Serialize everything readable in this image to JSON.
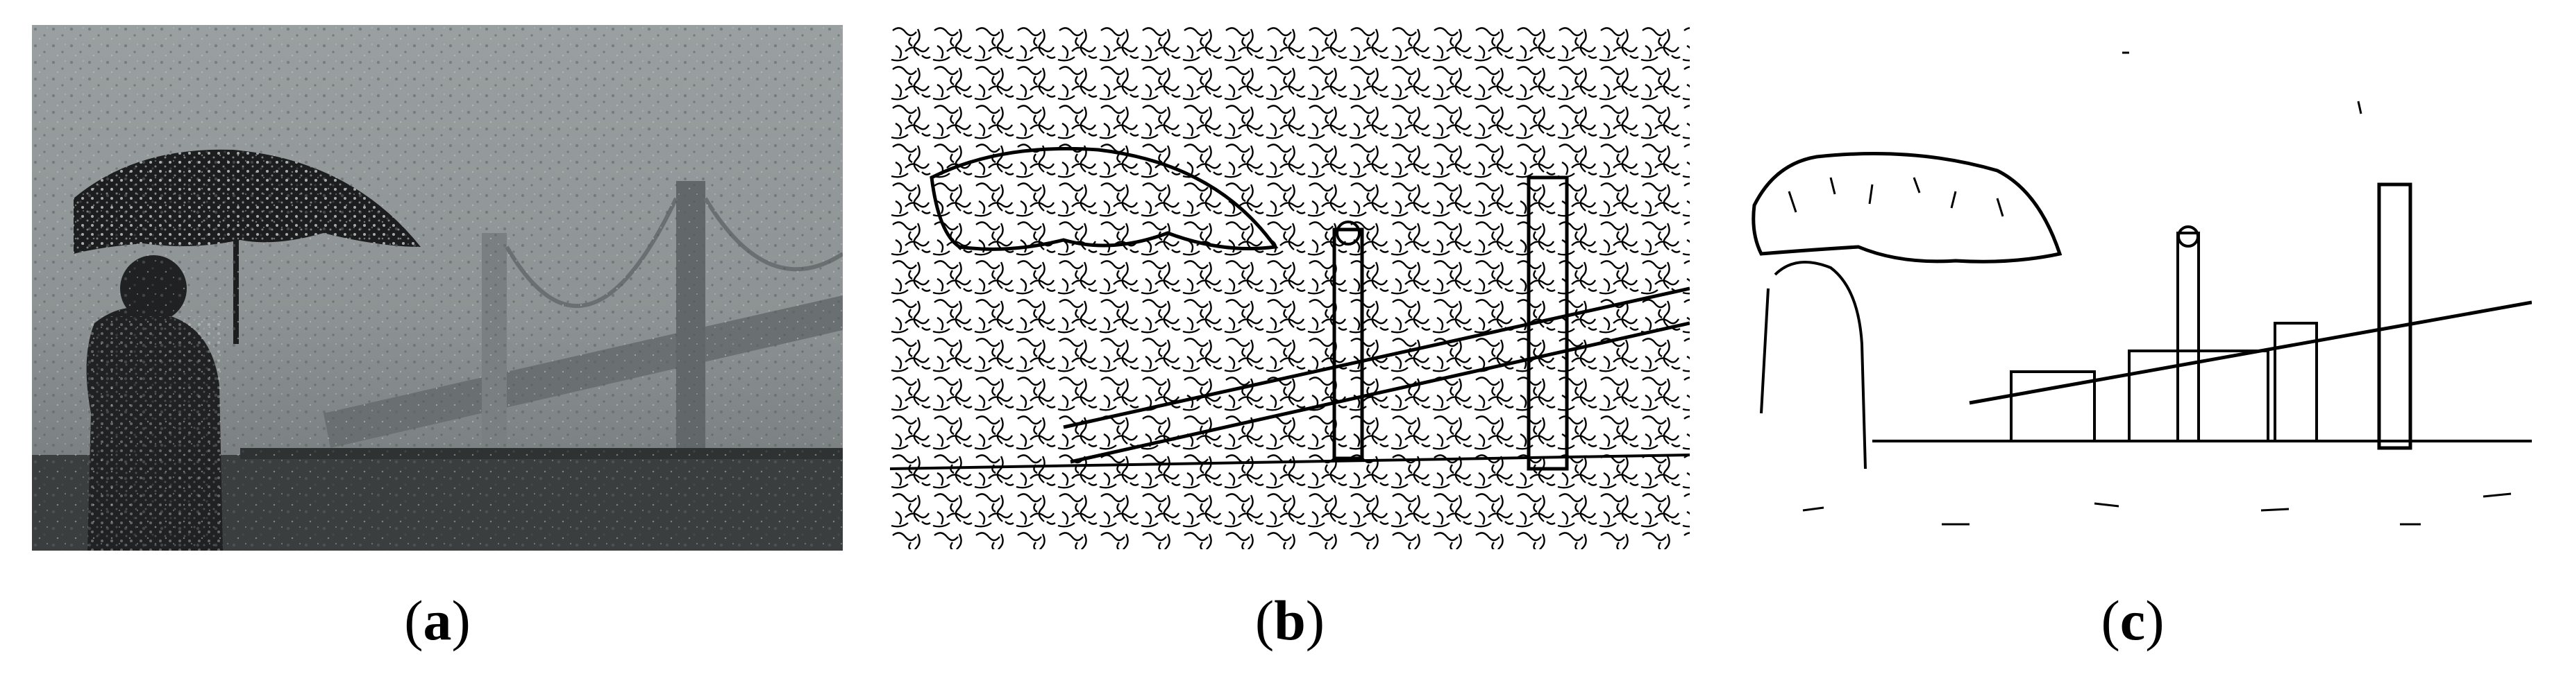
{
  "figure": {
    "panels": [
      {
        "id": "a",
        "label": "a",
        "open": "(",
        "close": ")"
      },
      {
        "id": "b",
        "label": "b",
        "open": "(",
        "close": ")"
      },
      {
        "id": "c",
        "label": "c",
        "open": "(",
        "close": ")"
      }
    ]
  },
  "colors": {
    "sky": "#8f9596",
    "dark": "#1c1d1e",
    "edge_line": "#000000",
    "background": "#ffffff"
  }
}
